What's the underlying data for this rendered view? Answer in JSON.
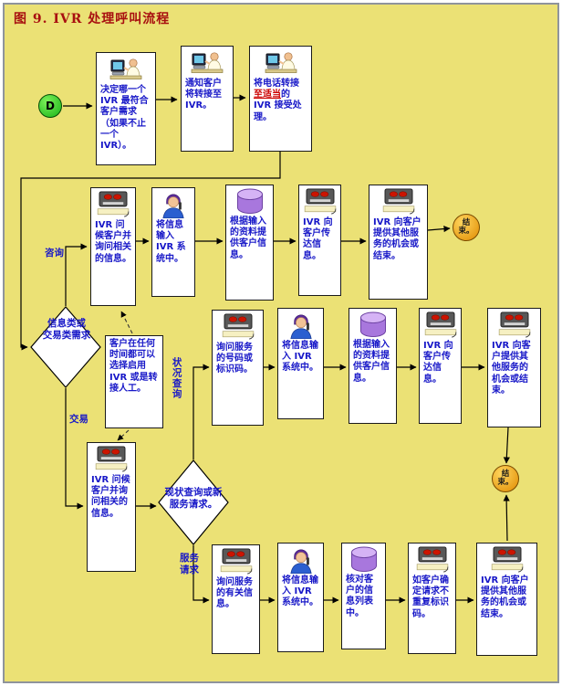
{
  "title": "图 9. IVR 处理呼叫流程",
  "colors": {
    "background": "#EBE175",
    "box_text_blue": "#1818C8",
    "title_red": "#A81010",
    "emphasis_red": "#CC0000",
    "start_fill_green": "#17B317",
    "end_fill_orange": "#E08A00",
    "database_purple": "#B07AE0"
  },
  "icons": {
    "workstation_icon": "person-at-computer-clipart",
    "terminal_icon": "dark-terminal-card-with-red-lights",
    "agent_icon": "operator-person-clipart",
    "database_icon": "purple-cylinder"
  },
  "start": {
    "label": "D"
  },
  "ends": {
    "e1": "结束。",
    "e2": "结束。"
  },
  "labels": {
    "consult": "咨询",
    "transaction": "交易",
    "status_query": "状况查询",
    "service_request": "服务请求",
    "d1_line1": "信息类或",
    "d1_line2": "交易类需求",
    "d2": "现状查询或新服务请求。"
  },
  "nodes": {
    "t1": "决定哪一个 IVR 最符合客户需求（如果不止一个 IVR）。",
    "t2": "通知客户将转接至 IVR。",
    "t3_pre": "将电话转接",
    "t3_em": "至适当",
    "t3_post": "的 IVR 接受处理。",
    "a1": "IVR 问候客户并询问相关的信息。",
    "a2": "将信息输入 IVR 系统中。",
    "a3": "根据输入的资料提供客户信息。",
    "a4": "IVR 向客户传达信息。",
    "a5": "IVR 向客户提供其他服务的机会或结束。",
    "note": "客户在任何时间都可以选择启用 IVR 或是转接人工。",
    "b1": "询问服务的号码或标识码。",
    "b2": "将信息输入 IVR 系统中。",
    "b3": "根据输入的资料提供客户信息。",
    "b4": "IVR 向客户传达信息。",
    "b5": "IVR 向客户提供其他服务的机会或结束。",
    "c1": "IVR 问候客户并询问相关的信息。",
    "s1": "询问服务的有关信息。",
    "s2": "将信息输入 IVR 系统中。",
    "s3": "核对客户的信息列表中。",
    "s4": "如客户确定请求不重复标识码。",
    "s5": "IVR 向客户提供其他服务的机会或结束。"
  }
}
